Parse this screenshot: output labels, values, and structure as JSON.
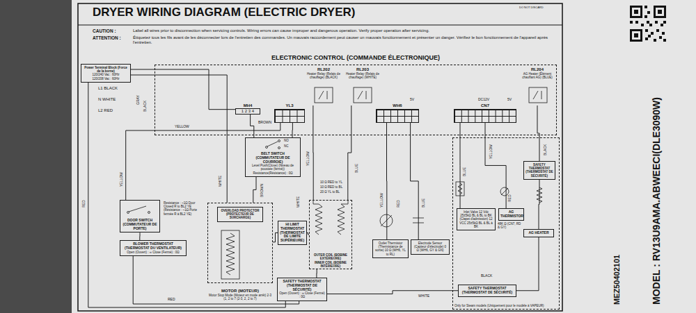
{
  "diagram": {
    "title": "DRYER WIRING DIAGRAM (ELECTRIC DRYER)",
    "nodes": [
      {
        "text": [
          "ELECTRONIC CONTROL (COMMANDE ÉLECTRONIQUE)"
        ]
      },
      {
        "text": [
          "MH4",
          "1 2 3 4"
        ],
        "in": 0
      },
      {
        "text": [
          "YL3"
        ],
        "in": 0
      },
      {
        "text": [
          "RL202",
          "Heater Relay (Relais de chauffage) (BLACK)"
        ],
        "in": 0
      },
      {
        "text": [
          "RL203",
          "Heater Relay (Relais de chauffage) (WHITE)"
        ],
        "in": 0
      },
      {
        "text": [
          "WH6"
        ],
        "in": 0
      },
      {
        "text": [
          "CN7"
        ],
        "in": 0
      },
      {
        "text": [
          "RL204",
          "AG Heater (Élément chauffant AG) (BLUE)"
        ],
        "in": 0
      },
      {
        "text": [
          "Power Terminal Block (Force de la borne)",
          "120/240 Vac : 60Hz",
          "120/208 Vac : 60Hz"
        ]
      },
      {
        "text": [
          "BELT SWITCH (COMMUTATEUR DE COURROIE)",
          "Level Push(Close) (Niveau de poussée (fermé)) Resistance(Résistance) : 0Ω"
        ]
      },
      {
        "text": [
          "DOOR SWITCH (COMMUTATEUR DE PORTE)"
        ]
      },
      {
        "text": [
          "BLOWER THERMOSTAT (THERMOSTAT DU VENTILATEUR)",
          "Open (Ouvert) : ∞ Close (Fermé) : 0Ω"
        ]
      },
      {
        "text": [
          "MOTOR (MOTEUR)",
          "Motor Stop Mode (Moteur en mode arrêt) 2-3 (1, 2 to 7 (2-3, 2, 2 to 7)"
        ]
      },
      {
        "text": [
          "OVERLOAD PROTECTOR (PROTECTEUR DE SURCHARGE)"
        ],
        "in": 12
      },
      {
        "text": [
          "HI LIMIT THERMOSTAT (THERMOSTAT DE LIMITE SUPÉRIEURE)"
        ]
      },
      {
        "text": [
          "OUTER COIL (BOBINE EXTÉRIEURE)",
          "INNER COIL (BOBINE INTÉRIEURE)"
        ]
      },
      {
        "text": [
          "SAFETY THERMOSTAT (THERMOSTAT DE SÉCURITÉ)",
          "Open (Ouvert) : ∞ Close (Fermé) : 0Ω"
        ]
      },
      {
        "text": [
          "Outlet Thermistor (Thermistance de sortie) 10 Ω (WH6, YL to RL)"
        ]
      },
      {
        "text": [
          "Electrode Sensor (Capteur d'électrode) 0 Ω (WH6, GY & GN)"
        ]
      },
      {
        "text": [
          "Only for Steam models (Uniquement pour le modèle à VAPEUR)"
        ]
      },
      {
        "text": [
          "Inlet Valve 12 Vdc 25±5kΩ BL & BL to BK (Clapet d'admission) 12 VCC 25±5kΩ BL & BL à BK"
        ],
        "in": 19
      },
      {
        "text": [
          "AG THERMISTOR"
        ],
        "in": 19
      },
      {
        "text": [
          "AG HEATER"
        ],
        "in": 19
      },
      {
        "text": [
          "SAFETY THERMOSTAT (THERMOSTAT DE SÉCURITÉ)"
        ],
        "in": 19
      },
      {
        "text": [
          "SAFETY THERMOSTAT (THERMOSTAT DE SÉCURITÉ)"
        ],
        "in": 19
      }
    ],
    "edges": [
      {
        "from": 8,
        "to": 1,
        "arrow": "none"
      },
      {
        "from": 8,
        "to": 12,
        "arrow": "none"
      },
      {
        "from": 8,
        "to": 16,
        "arrow": "none"
      },
      {
        "from": 1,
        "to": 9,
        "arrow": "none"
      },
      {
        "from": 2,
        "to": 9,
        "arrow": "none"
      },
      {
        "from": 9,
        "to": 12,
        "arrow": "none"
      },
      {
        "from": 10,
        "to": 2,
        "arrow": "none"
      },
      {
        "from": 10,
        "to": 11,
        "arrow": "none"
      },
      {
        "from": 11,
        "to": 16,
        "arrow": "none"
      },
      {
        "from": 12,
        "to": 14,
        "arrow": "none"
      },
      {
        "from": 14,
        "to": 15,
        "arrow": "none"
      },
      {
        "from": 3,
        "to": 15,
        "arrow": "none"
      },
      {
        "from": 4,
        "to": 15,
        "arrow": "none"
      },
      {
        "from": 15,
        "to": 16,
        "arrow": "none"
      },
      {
        "from": 5,
        "to": 17,
        "arrow": "none"
      },
      {
        "from": 5,
        "to": 18,
        "arrow": "none"
      },
      {
        "from": 6,
        "to": 20,
        "arrow": "none"
      },
      {
        "from": 6,
        "to": 21,
        "arrow": "none"
      },
      {
        "from": 7,
        "to": 24,
        "arrow": "none"
      },
      {
        "from": 24,
        "to": 22,
        "arrow": "none"
      },
      {
        "from": 22,
        "to": 23,
        "arrow": "none"
      },
      {
        "from": 16,
        "to": 23,
        "arrow": "none"
      }
    ],
    "labels": [
      "DO NOT DISCARD",
      "CAUTION :",
      "Label all wires prior to disconnection when servicing controls. Wiring errors can cause improper and dangerous operation. Verify proper operation after servicing.",
      "ATTENTION :",
      "Étiquetez tous les fils avant de les déconnecter lors de l'entretien des commandes. Un mauvais raccordement peut causer un mauvais fonctionnement et présenter un danger. Vérifiez le bon fonctionnement de l'appareil après l'entretien.",
      "L1 BLACK",
      "N WHITE",
      "L2 RED",
      "GRAY",
      "BLACK",
      "WHITE",
      "YELLOW",
      "BROWN",
      "NO",
      "NC",
      "BROWN",
      "YELLOW",
      "BLUE",
      "WHITE",
      "10 Ω RED to YL",
      "10 Ω RED to BL",
      "20 Ω YL to BL",
      "Resistance : ~1Ω Door Closed R to BL2 YE (Résistance : ~1Ω Porte fermée R à BL2 YE)",
      "YELLOW",
      "RED",
      "BLUE",
      "5V",
      "DC12V",
      "5V",
      "BLUE",
      "YELLOW",
      "BLACK",
      "RED",
      "BLACK",
      "48K Ω (CN7, RD & GY)",
      "RED",
      "WHITE",
      "MODEL : RV13U9AMA.ABWEECI(DLE3090W)",
      "MEZ50402101",
      "YELLOW",
      "RED"
    ]
  }
}
